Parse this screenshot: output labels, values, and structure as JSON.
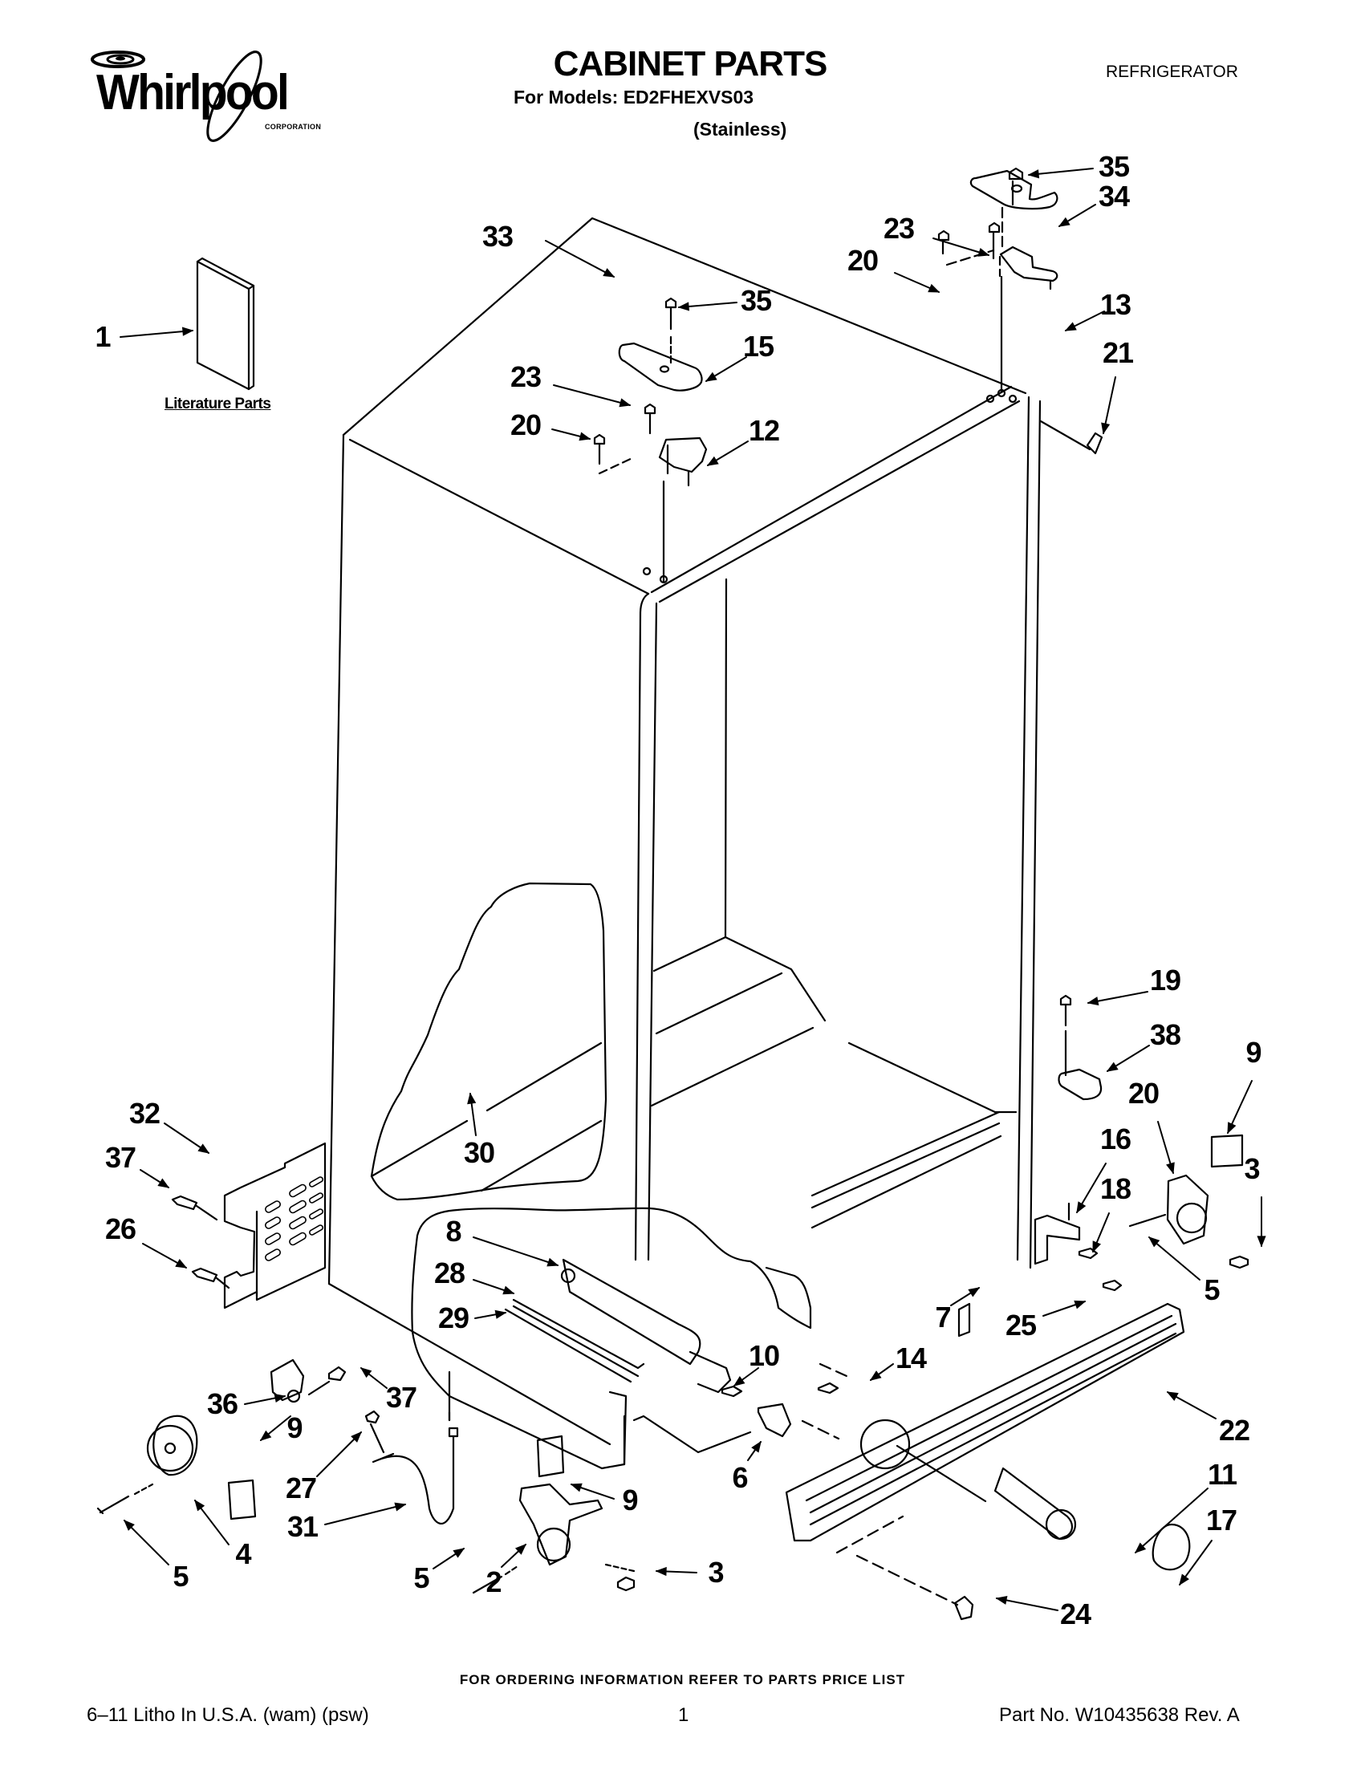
{
  "header": {
    "brand": "Whirlpool",
    "brand_sub": "CORPORATION",
    "title": "CABINET PARTS",
    "models_line": "For Models: ED2FHEXVS03",
    "variant": "(Stainless)",
    "category": "REFRIGERATOR"
  },
  "literature": {
    "label": "Literature Parts"
  },
  "callouts": [
    {
      "id": "1",
      "part": "literature-booklet"
    },
    {
      "id": "33",
      "part": "cabinet"
    },
    {
      "id": "35",
      "part": "screw-top-right"
    },
    {
      "id": "34",
      "part": "hinge-cover-right"
    },
    {
      "id": "23",
      "part": "screw-right"
    },
    {
      "id": "20",
      "part": "screw-right-b"
    },
    {
      "id": "13",
      "part": "hinge-right"
    },
    {
      "id": "21",
      "part": "hinge-pin-bushing"
    },
    {
      "id": "35",
      "part": "screw-top-mid"
    },
    {
      "id": "15",
      "part": "hinge-cover-left"
    },
    {
      "id": "23",
      "part": "screw-mid"
    },
    {
      "id": "20",
      "part": "screw-mid-b"
    },
    {
      "id": "12",
      "part": "hinge-left"
    },
    {
      "id": "19",
      "part": "screw-lower-right"
    },
    {
      "id": "38",
      "part": "cam-bracket"
    },
    {
      "id": "9",
      "part": "pad-right"
    },
    {
      "id": "20",
      "part": "roller-bracket-right"
    },
    {
      "id": "3",
      "part": "screw-roller-right"
    },
    {
      "id": "16",
      "part": "lower-hinge"
    },
    {
      "id": "18",
      "part": "screw-lower-hinge"
    },
    {
      "id": "5",
      "part": "pin-right"
    },
    {
      "id": "7",
      "part": "bracket-plate"
    },
    {
      "id": "25",
      "part": "screw-grille"
    },
    {
      "id": "32",
      "part": "rear-access-panel"
    },
    {
      "id": "37",
      "part": "screw-panel-top"
    },
    {
      "id": "26",
      "part": "screw-panel-bottom"
    },
    {
      "id": "30",
      "part": "drain-plug"
    },
    {
      "id": "8",
      "part": "filter-housing"
    },
    {
      "id": "28",
      "part": "tube-a"
    },
    {
      "id": "29",
      "part": "tube-b"
    },
    {
      "id": "10",
      "part": "screw-housing"
    },
    {
      "id": "14",
      "part": "screw-clip"
    },
    {
      "id": "22",
      "part": "base-grille"
    },
    {
      "id": "6",
      "part": "clip"
    },
    {
      "id": "11",
      "part": "water-filter"
    },
    {
      "id": "17",
      "part": "filter-cap"
    },
    {
      "id": "36",
      "part": "clamp"
    },
    {
      "id": "37",
      "part": "screw-clamp"
    },
    {
      "id": "9",
      "part": "pad-left"
    },
    {
      "id": "27",
      "part": "screw-tube"
    },
    {
      "id": "31",
      "part": "water-tube"
    },
    {
      "id": "4",
      "part": "roller-wheel"
    },
    {
      "id": "5",
      "part": "pin-left"
    },
    {
      "id": "9",
      "part": "pad-center"
    },
    {
      "id": "5",
      "part": "pin-center"
    },
    {
      "id": "2",
      "part": "roller-bracket-left"
    },
    {
      "id": "3",
      "part": "screw-roller-center"
    },
    {
      "id": "24",
      "part": "filter-bypass-cap"
    }
  ],
  "footer": {
    "order_note": "FOR ORDERING INFORMATION REFER TO PARTS PRICE LIST",
    "print_info": "6–11 Litho In U.S.A. (wam) (psw)",
    "page_number": "1",
    "part_number": "Part No. W10435638 Rev. A"
  }
}
